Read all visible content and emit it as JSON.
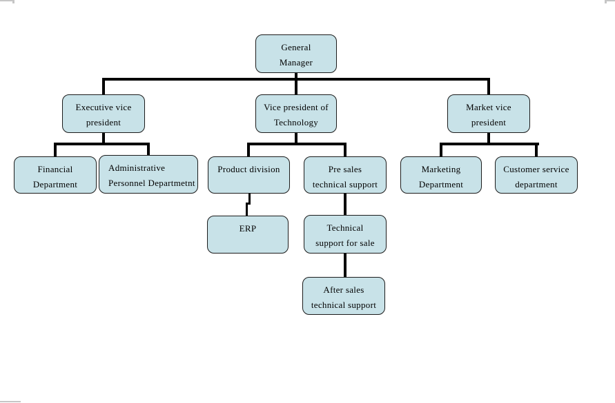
{
  "diagram": {
    "type": "org-chart",
    "background_color": "#ffffff",
    "node_fill_color": "#c8e2e8",
    "node_border_color": "#1a1a1a",
    "connector_color": "#000000",
    "nodes": {
      "general_manager": {
        "lines": [
          "General",
          "Manager"
        ]
      },
      "executive_vp": {
        "lines": [
          "Executive vice",
          "president"
        ]
      },
      "vp_technology": {
        "lines": [
          "Vice president of",
          "Technology"
        ]
      },
      "market_vp": {
        "lines": [
          "Market vice",
          "president"
        ]
      },
      "financial_department": {
        "lines": [
          "Financial",
          "Department"
        ]
      },
      "admin_personnel_department": {
        "lines": [
          "Administrative",
          "Personnel Departmetnt"
        ]
      },
      "product_division": {
        "lines": [
          "Product division"
        ]
      },
      "pre_sales_support": {
        "lines": [
          "Pre sales",
          "technical support"
        ]
      },
      "marketing_department": {
        "lines": [
          "Marketing",
          "Department"
        ]
      },
      "customer_service_department": {
        "lines": [
          "Customer service",
          "department"
        ]
      },
      "erp": {
        "lines": [
          "ERP"
        ]
      },
      "technical_support_for_sale": {
        "lines": [
          "Technical",
          "support for sale"
        ]
      },
      "after_sales_support": {
        "lines": [
          "After sales",
          "technical support"
        ]
      }
    },
    "edges": [
      {
        "from": "general_manager",
        "to": "executive_vp"
      },
      {
        "from": "general_manager",
        "to": "vp_technology"
      },
      {
        "from": "general_manager",
        "to": "market_vp"
      },
      {
        "from": "executive_vp",
        "to": "financial_department"
      },
      {
        "from": "executive_vp",
        "to": "admin_personnel_department"
      },
      {
        "from": "vp_technology",
        "to": "product_division"
      },
      {
        "from": "vp_technology",
        "to": "pre_sales_support"
      },
      {
        "from": "market_vp",
        "to": "marketing_department"
      },
      {
        "from": "market_vp",
        "to": "customer_service_department"
      },
      {
        "from": "product_division",
        "to": "erp"
      },
      {
        "from": "pre_sales_support",
        "to": "technical_support_for_sale"
      },
      {
        "from": "technical_support_for_sale",
        "to": "after_sales_support"
      }
    ]
  }
}
